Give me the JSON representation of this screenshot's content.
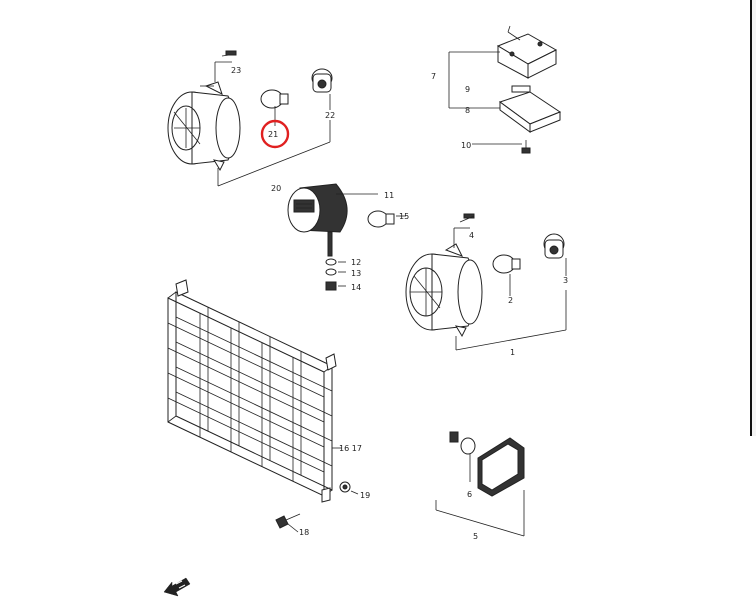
{
  "diagram": {
    "highlight_color": "#e02020",
    "highlighted_label": "21",
    "labels": {
      "l1": "1",
      "l2": "2",
      "l3": "3",
      "l4": "4",
      "l5": "5",
      "l6": "6",
      "l7": "7",
      "l8": "8",
      "l9": "9",
      "l10": "10",
      "l11": "11",
      "l12": "12",
      "l13": "13",
      "l14": "14",
      "l15": "15",
      "l16_17": "16 17",
      "l18": "18",
      "l19": "19",
      "l20": "20",
      "l21": "21",
      "l22": "22",
      "l23": "23"
    },
    "direction_arrow_icon": "front-arrow-icon"
  }
}
